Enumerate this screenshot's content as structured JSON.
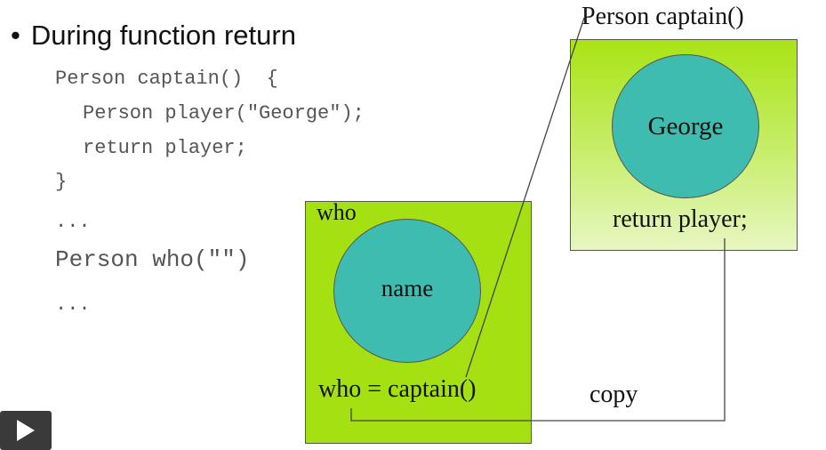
{
  "slide": {
    "title": "During function return",
    "bullet": "•",
    "code": {
      "line1": "Person captain()  {",
      "line2": "Person player(\"George\");",
      "line3": "return player;",
      "line4": "}",
      "line5": "...",
      "line6": "Person who(\"\")",
      "line7": "..."
    }
  },
  "diagram": {
    "who_box": {
      "label": "who",
      "circle_label": "name",
      "assignment": "who = captain()"
    },
    "captain_box": {
      "title": "Person captain()",
      "circle_label": "George",
      "return_text": "return player;"
    },
    "copy_label": "copy"
  },
  "player": {
    "icon": "play-icon"
  },
  "colors": {
    "box_green": "#a4e012",
    "circle_teal": "#3fbcb0",
    "code_gray": "#555555"
  }
}
